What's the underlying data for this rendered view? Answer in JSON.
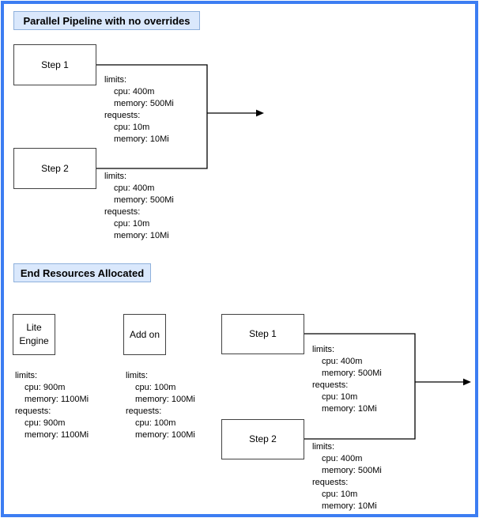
{
  "colors": {
    "frame": "#3c7df2",
    "header-fill": "#dae8fc",
    "header-border": "#8fb1dc",
    "box-border": "#424242",
    "connector": "#000000"
  },
  "top_section": {
    "title": "Parallel Pipeline with no overrides",
    "step1": {
      "label": "Step 1",
      "resources": {
        "limits_label": "limits:",
        "limit_cpu": "cpu: 400m",
        "limit_memory": "memory: 500Mi",
        "requests_label": "requests:",
        "request_cpu": "cpu: 10m",
        "request_memory": "memory: 10Mi"
      }
    },
    "step2": {
      "label": "Step 2",
      "resources": {
        "limits_label": "limits:",
        "limit_cpu": "cpu: 400m",
        "limit_memory": "memory: 500Mi",
        "requests_label": "requests:",
        "request_cpu": "cpu: 10m",
        "request_memory": "memory: 10Mi"
      }
    }
  },
  "bottom_section": {
    "title": "End Resources Allocated",
    "lite_engine": {
      "label_lines": [
        "Lite",
        "Engine"
      ],
      "resources": {
        "limits_label": "limits:",
        "limit_cpu": "cpu: 900m",
        "limit_memory": "memory: 1100Mi",
        "requests_label": "requests:",
        "request_cpu": "cpu: 900m",
        "request_memory": "memory: 1100Mi"
      }
    },
    "addon": {
      "label": "Add on",
      "resources": {
        "limits_label": "limits:",
        "limit_cpu": "cpu: 100m",
        "limit_memory": "memory: 100Mi",
        "requests_label": "requests:",
        "request_cpu": "cpu: 100m",
        "request_memory": "memory: 100Mi"
      }
    },
    "step1": {
      "label": "Step 1",
      "resources": {
        "limits_label": "limits:",
        "limit_cpu": "cpu: 400m",
        "limit_memory": "memory: 500Mi",
        "requests_label": "requests:",
        "request_cpu": "cpu: 10m",
        "request_memory": "memory: 10Mi"
      }
    },
    "step2": {
      "label": "Step 2",
      "resources": {
        "limits_label": "limits:",
        "limit_cpu": "cpu: 400m",
        "limit_memory": "memory: 500Mi",
        "requests_label": "requests:",
        "request_cpu": "cpu: 10m",
        "request_memory": "memory: 10Mi"
      }
    }
  }
}
